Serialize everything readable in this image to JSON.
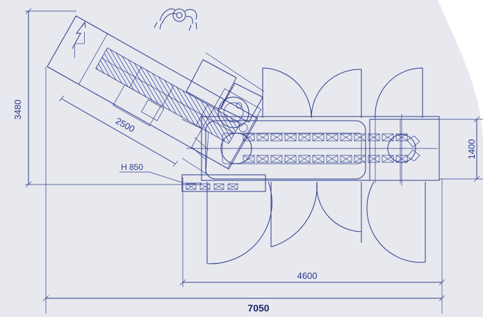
{
  "colors": {
    "background_panel": "#e7e9ee",
    "line": "#2b3a8c",
    "hatch": "#3a4aa0"
  },
  "dimensions": {
    "overall_width": "7050",
    "conveyor_length": "4600",
    "overall_height": "3480",
    "conveyor_width": "1400",
    "feeder_length": "2500",
    "height_label": "H 850"
  }
}
